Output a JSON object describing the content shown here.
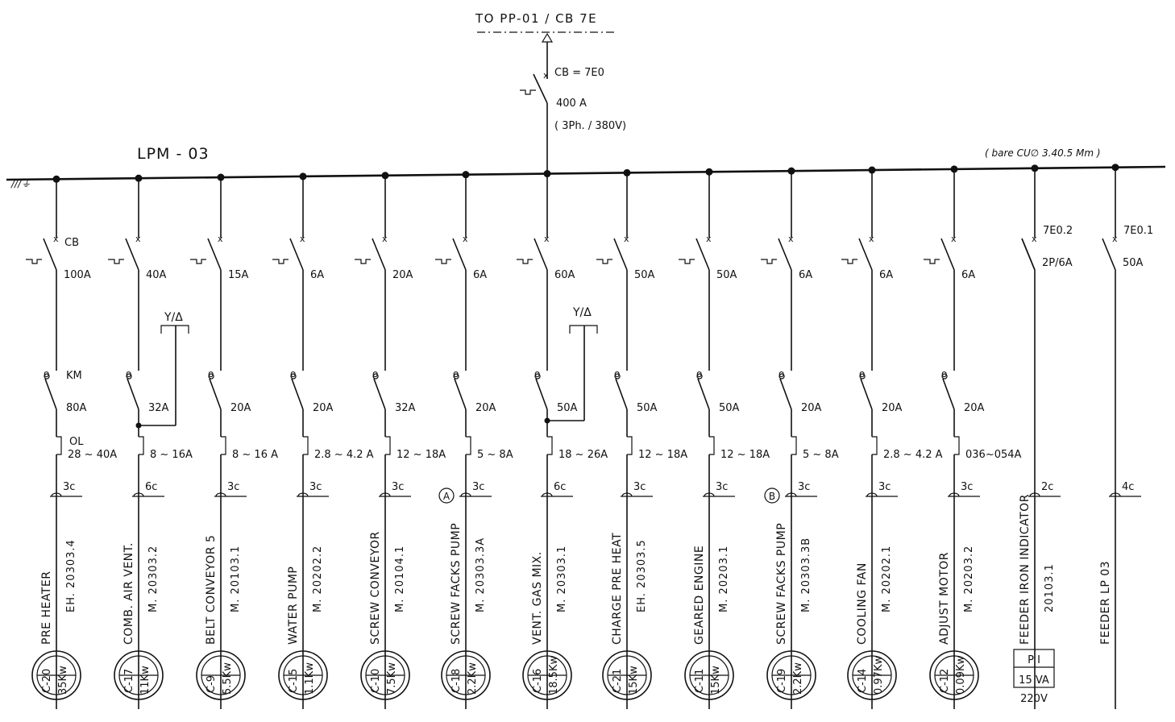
{
  "incoming": {
    "source": "TO  PP-01 / CB 7E",
    "breaker": "CB = 7E0",
    "rating": "400 A",
    "supply": "( 3Ph. / 380V)"
  },
  "bus": {
    "name": "LPM - 03",
    "conductor": "( bare  CU∅  3.40.5 Mm )",
    "earth_symbol": "///⏚"
  },
  "labels": {
    "cb": "CB",
    "km": "KM",
    "ol": "OL",
    "star_delta": "Y/Δ",
    "circle_a": "A",
    "circle_b": "B",
    "pi_label": "P I",
    "pi_rating": "15 VA",
    "pi_voltage": "220V"
  },
  "feeders": [
    {
      "cb": "100A",
      "contactor": "80A",
      "overload": "28 ~ 40A",
      "cable": "3c",
      "name": "PRE    HEATER",
      "code": "EH. 20303.4",
      "tag": "C-20",
      "power": "35Kw"
    },
    {
      "cb": "40A",
      "contactor": "32A",
      "overload": "8 ~ 16A",
      "cable": "6c",
      "name": "COMB. AIR VENT.",
      "code": "M. 20303.2",
      "tag": "C-17",
      "power": "11Kw"
    },
    {
      "cb": "15A",
      "contactor": "20A",
      "overload": "8  ~ 16 A",
      "cable": "3c",
      "name": "BELT CONVEYOR  5",
      "code": "M. 20103.1",
      "tag": "C-9",
      "power": "5.5Kw"
    },
    {
      "cb": "6A",
      "contactor": "20A",
      "overload": "2.8 ~ 4.2  A",
      "cable": "3c",
      "name": "WATER   PUMP",
      "code": "M. 20202.2",
      "tag": "C-15",
      "power": "1.1Kw"
    },
    {
      "cb": "20A",
      "contactor": "32A",
      "overload": "12 ~ 18A",
      "cable": "3c",
      "name": "SCREW CONVEYOR",
      "code": "M. 20104.1",
      "tag": "C-10",
      "power": "7.5Kw"
    },
    {
      "cb": "6A",
      "contactor": "20A",
      "overload": "5 ~ 8A",
      "cable": "3c",
      "name": "SCREW FACKS PUMP",
      "code": "M. 20303.3A",
      "tag": "C-18",
      "power": "2.2Kw"
    },
    {
      "cb": "60A",
      "contactor": "50A",
      "overload": "18 ~ 26A",
      "cable": "6c",
      "name": "VENT.  GAS MIX.",
      "code": "M. 20303.1",
      "tag": "C-16",
      "power": "18.5Kw"
    },
    {
      "cb": "50A",
      "contactor": "50A",
      "overload": "12 ~ 18A",
      "cable": "3c",
      "name": "CHARGE  PRE   HEAT",
      "code": "EH. 20303.5",
      "tag": "C-21",
      "power": "15Kw"
    },
    {
      "cb": "50A",
      "contactor": "50A",
      "overload": "12 ~ 18A",
      "cable": "3c",
      "name": "GEARED ENGINE",
      "code": "M. 20203.1",
      "tag": "C-11",
      "power": "15Kw"
    },
    {
      "cb": "6A",
      "contactor": "20A",
      "overload": "5 ~ 8A",
      "cable": "3c",
      "name": "SCREW FACKS PUMP",
      "code": "M. 20303.3B",
      "tag": "C-19",
      "power": "2.2Kw"
    },
    {
      "cb": "6A",
      "contactor": "20A",
      "overload": "2.8 ~ 4.2 A",
      "cable": "3c",
      "name": "COOLING      FAN",
      "code": "M. 20202.1",
      "tag": "C-14",
      "power": "0.97Kw"
    },
    {
      "cb": "6A",
      "contactor": "20A",
      "overload": "036~054A",
      "cable": "3c",
      "name": "ADJUST  MOTOR",
      "code": "M. 20203.2",
      "tag": "C-12",
      "power": "0.09Kw"
    },
    {
      "cb_id": "7E0.2",
      "cb": "2P/6A",
      "cable": "2c",
      "name": "FEEDER IRON  INDICATOR",
      "code": "20103.1"
    },
    {
      "cb_id": "7E0.1",
      "cb": "50A",
      "cable": "4c",
      "name": "FEEDER   LP 03"
    }
  ]
}
